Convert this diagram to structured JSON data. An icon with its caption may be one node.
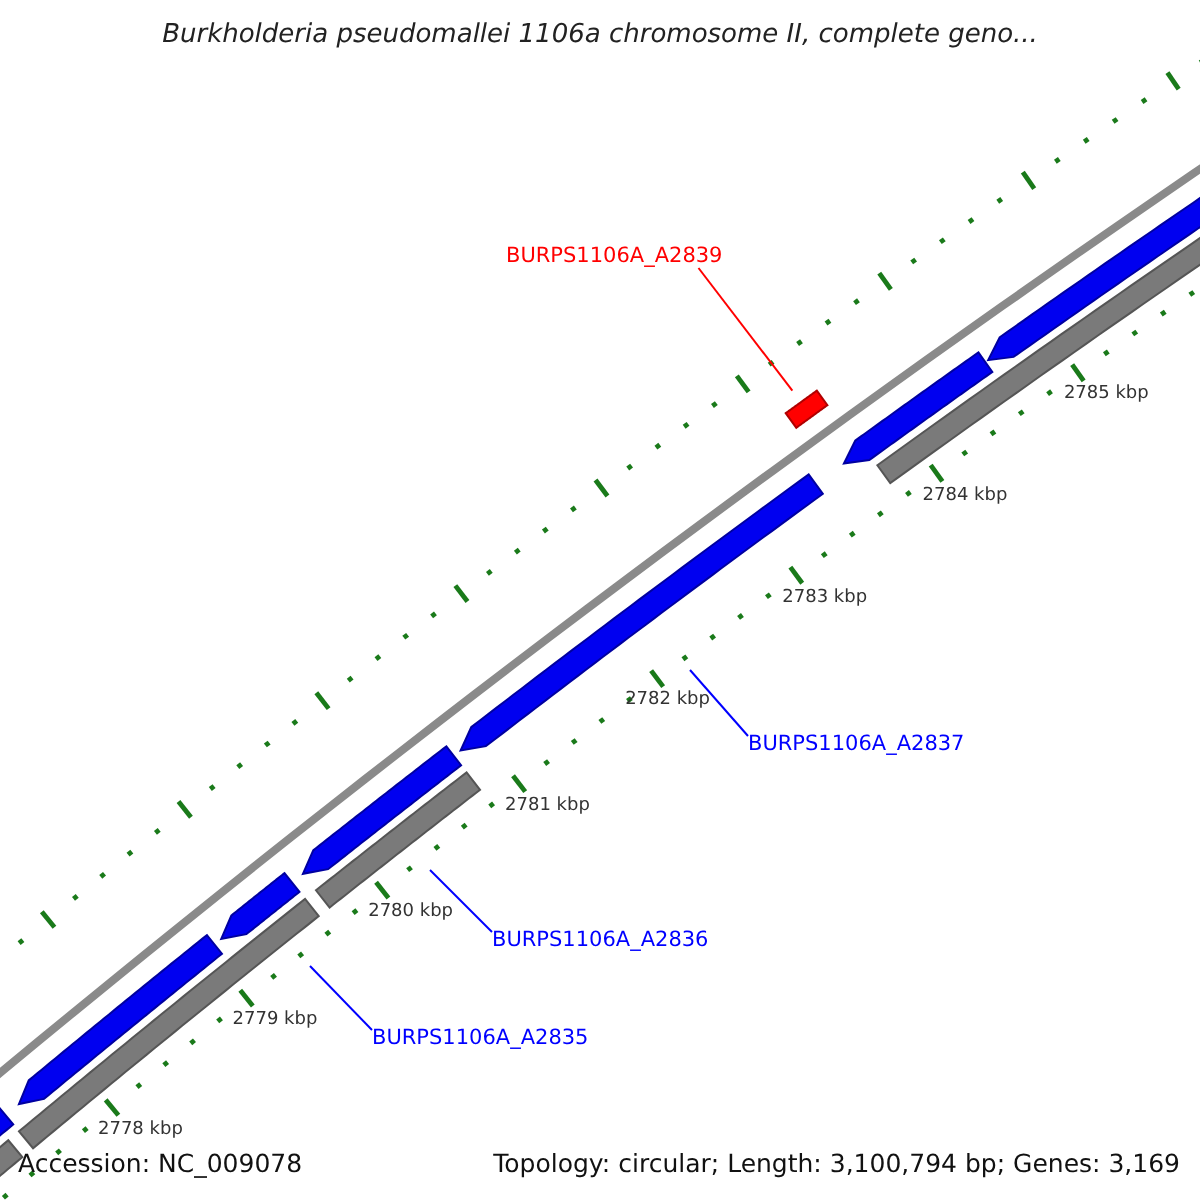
{
  "diagram": {
    "title": "Burkholderia pseudomallei 1106a chromosome II, complete geno...",
    "nodes": [
      {
        "text": [
          "BURPS1106A_A2839"
        ]
      },
      {
        "text": [],
        "shape": "box"
      },
      {
        "text": [
          "BURPS1106A_A2837"
        ]
      },
      {
        "text": [
          "BURPS1106A_A2836"
        ]
      },
      {
        "text": [
          "BURPS1106A_A2835"
        ]
      }
    ],
    "edges": [
      {
        "from": 0,
        "to": 1,
        "arrow": "none",
        "color": "#ff0000"
      },
      {
        "from": 2,
        "to": null,
        "arrow": "none"
      },
      {
        "from": 3,
        "to": null,
        "arrow": "none"
      },
      {
        "from": 4,
        "to": null,
        "arrow": "none"
      }
    ],
    "labels": [
      "2785 kbp",
      "2784 kbp",
      "2783 kbp",
      "2782 kbp",
      "2781 kbp",
      "2780 kbp",
      "2779 kbp",
      "2778 kbp",
      "Accession: NC_009078",
      "Topology: circular; Length: 3,100,794 bp; Genes: 3,169"
    ]
  }
}
